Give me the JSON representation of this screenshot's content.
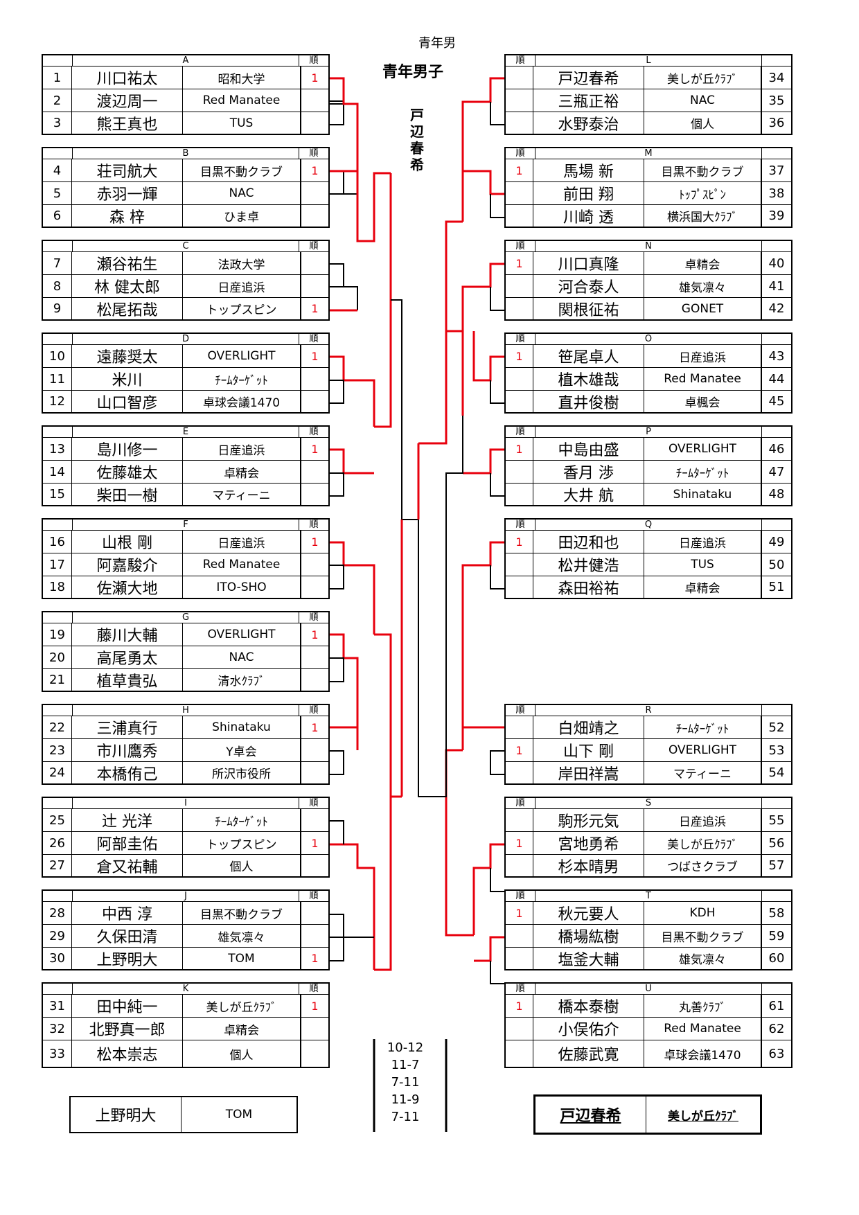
{
  "page_header": "青年男",
  "bracket_title": "青年男子",
  "champion_vertical": "戸辺春希",
  "rank_header": "順",
  "groups_left": [
    {
      "letter": "A",
      "rows": [
        {
          "num": "1",
          "name": "川口祐太",
          "club": "昭和大学",
          "rank": "1"
        },
        {
          "num": "2",
          "name": "渡辺周一",
          "club": "Red Manatee",
          "rank": ""
        },
        {
          "num": "3",
          "name": "熊王真也",
          "club": "TUS",
          "rank": ""
        }
      ]
    },
    {
      "letter": "B",
      "rows": [
        {
          "num": "4",
          "name": "荘司航大",
          "club": "目黒不動クラブ",
          "rank": "1"
        },
        {
          "num": "5",
          "name": "赤羽一輝",
          "club": "NAC",
          "rank": ""
        },
        {
          "num": "6",
          "name": "森 梓",
          "club": "ひま卓",
          "rank": ""
        }
      ]
    },
    {
      "letter": "C",
      "rows": [
        {
          "num": "7",
          "name": "瀬谷祐生",
          "club": "法政大学",
          "rank": ""
        },
        {
          "num": "8",
          "name": "林 健太郎",
          "club": "日産追浜",
          "rank": ""
        },
        {
          "num": "9",
          "name": "松尾拓哉",
          "club": "トップスピン",
          "rank": "1"
        }
      ]
    },
    {
      "letter": "D",
      "rows": [
        {
          "num": "10",
          "name": "遠藤奨太",
          "club": "OVERLIGHT",
          "rank": "1"
        },
        {
          "num": "11",
          "name": "米川",
          "club": "ﾁｰﾑﾀｰｹﾞｯﾄ",
          "rank": ""
        },
        {
          "num": "12",
          "name": "山口智彦",
          "club": "卓球会議1470",
          "rank": ""
        }
      ]
    },
    {
      "letter": "E",
      "rows": [
        {
          "num": "13",
          "name": "島川修一",
          "club": "日産追浜",
          "rank": "1"
        },
        {
          "num": "14",
          "name": "佐藤雄太",
          "club": "卓精会",
          "rank": ""
        },
        {
          "num": "15",
          "name": "柴田一樹",
          "club": "マティーニ",
          "rank": ""
        }
      ]
    },
    {
      "letter": "F",
      "rows": [
        {
          "num": "16",
          "name": "山根 剛",
          "club": "日産追浜",
          "rank": "1"
        },
        {
          "num": "17",
          "name": "阿嘉駿介",
          "club": "Red Manatee",
          "rank": ""
        },
        {
          "num": "18",
          "name": "佐瀬大地",
          "club": "ITO-SHO",
          "rank": ""
        }
      ]
    },
    {
      "letter": "G",
      "rows": [
        {
          "num": "19",
          "name": "藤川大輔",
          "club": "OVERLIGHT",
          "rank": "1"
        },
        {
          "num": "20",
          "name": "高尾勇太",
          "club": "NAC",
          "rank": ""
        },
        {
          "num": "21",
          "name": "植草貴弘",
          "club": "清水ｸﾗﾌﾞ",
          "rank": ""
        }
      ]
    },
    {
      "letter": "H",
      "rows": [
        {
          "num": "22",
          "name": "三浦真行",
          "club": "Shinataku",
          "rank": "1"
        },
        {
          "num": "23",
          "name": "市川鷹秀",
          "club": "Y卓会",
          "rank": ""
        },
        {
          "num": "24",
          "name": "本橋侑己",
          "club": "所沢市役所",
          "rank": ""
        }
      ]
    },
    {
      "letter": "I",
      "rows": [
        {
          "num": "25",
          "name": "辻 光洋",
          "club": "ﾁｰﾑﾀｰｹﾞｯﾄ",
          "rank": ""
        },
        {
          "num": "26",
          "name": "阿部圭佑",
          "club": "トップスピン",
          "rank": "1"
        },
        {
          "num": "27",
          "name": "倉又祐輔",
          "club": "個人",
          "rank": ""
        }
      ]
    },
    {
      "letter": "J",
      "rows": [
        {
          "num": "28",
          "name": "中西 淳",
          "club": "目黒不動クラブ",
          "rank": ""
        },
        {
          "num": "29",
          "name": "久保田清",
          "club": "雄気凛々",
          "rank": ""
        },
        {
          "num": "30",
          "name": "上野明大",
          "club": "TOM",
          "rank": "1"
        }
      ]
    },
    {
      "letter": "K",
      "rows": [
        {
          "num": "31",
          "name": "田中純一",
          "club": "美しが丘ｸﾗﾌﾞ",
          "rank": "1"
        },
        {
          "num": "32",
          "name": "北野真一郎",
          "club": "卓精会",
          "rank": ""
        },
        {
          "num": "33",
          "name": "松本崇志",
          "club": "個人",
          "rank": ""
        }
      ]
    }
  ],
  "groups_right": [
    {
      "letter": "L",
      "rows": [
        {
          "num": "34",
          "name": "戸辺春希",
          "club": "美しが丘ｸﾗﾌﾞ",
          "rank": ""
        },
        {
          "num": "35",
          "name": "三瓶正裕",
          "club": "NAC",
          "rank": ""
        },
        {
          "num": "36",
          "name": "水野泰治",
          "club": "個人",
          "rank": ""
        }
      ]
    },
    {
      "letter": "M",
      "rows": [
        {
          "num": "37",
          "name": "馬場 新",
          "club": "目黒不動クラブ",
          "rank": "1"
        },
        {
          "num": "38",
          "name": "前田 翔",
          "club": "ﾄｯﾌﾟｽﾋﾟﾝ",
          "rank": ""
        },
        {
          "num": "39",
          "name": "川崎 透",
          "club": "横浜国大ｸﾗﾌﾞ",
          "rank": ""
        }
      ]
    },
    {
      "letter": "N",
      "rows": [
        {
          "num": "40",
          "name": "川口真隆",
          "club": "卓精会",
          "rank": "1"
        },
        {
          "num": "41",
          "name": "河合泰人",
          "club": "雄気凛々",
          "rank": ""
        },
        {
          "num": "42",
          "name": "関根征祐",
          "club": "GONET",
          "rank": ""
        }
      ]
    },
    {
      "letter": "O",
      "rows": [
        {
          "num": "43",
          "name": "笹尾卓人",
          "club": "日産追浜",
          "rank": "1"
        },
        {
          "num": "44",
          "name": "植木雄哉",
          "club": "Red Manatee",
          "rank": ""
        },
        {
          "num": "45",
          "name": "直井俊樹",
          "club": "卓楓会",
          "rank": ""
        }
      ]
    },
    {
      "letter": "P",
      "rows": [
        {
          "num": "46",
          "name": "中島由盛",
          "club": "OVERLIGHT",
          "rank": "1"
        },
        {
          "num": "47",
          "name": "香月 渉",
          "club": "ﾁｰﾑﾀｰｹﾞｯﾄ",
          "rank": ""
        },
        {
          "num": "48",
          "name": "大井 航",
          "club": "Shinataku",
          "rank": ""
        }
      ]
    },
    {
      "letter": "Q",
      "rows": [
        {
          "num": "49",
          "name": "田辺和也",
          "club": "日産追浜",
          "rank": "1"
        },
        {
          "num": "50",
          "name": "松井健浩",
          "club": "TUS",
          "rank": ""
        },
        {
          "num": "51",
          "name": "森田裕祐",
          "club": "卓精会",
          "rank": ""
        }
      ]
    },
    {
      "letter": "R",
      "rows": [
        {
          "num": "52",
          "name": "白畑靖之",
          "club": "ﾁｰﾑﾀｰｹﾞｯﾄ",
          "rank": ""
        },
        {
          "num": "53",
          "name": "山下 剛",
          "club": "OVERLIGHT",
          "rank": "1"
        },
        {
          "num": "54",
          "name": "岸田祥嵩",
          "club": "マティーニ",
          "rank": ""
        }
      ]
    },
    {
      "letter": "S",
      "rows": [
        {
          "num": "55",
          "name": "駒形元気",
          "club": "日産追浜",
          "rank": ""
        },
        {
          "num": "56",
          "name": "宮地勇希",
          "club": "美しが丘ｸﾗﾌﾞ",
          "rank": "1"
        },
        {
          "num": "57",
          "name": "杉本晴男",
          "club": "つばさクラブ",
          "rank": ""
        }
      ]
    },
    {
      "letter": "T",
      "rows": [
        {
          "num": "58",
          "name": "秋元要人",
          "club": "KDH",
          "rank": "1"
        },
        {
          "num": "59",
          "name": "橋場紘樹",
          "club": "目黒不動クラブ",
          "rank": ""
        },
        {
          "num": "60",
          "name": "塩釜大輔",
          "club": "雄気凛々",
          "rank": ""
        }
      ]
    },
    {
      "letter": "U",
      "rows": [
        {
          "num": "61",
          "name": "橋本泰樹",
          "club": "丸善ｸﾗﾌﾞ",
          "rank": "1"
        },
        {
          "num": "62",
          "name": "小俣佑介",
          "club": "Red Manatee",
          "rank": ""
        },
        {
          "num": "63",
          "name": "佐藤武寛",
          "club": "卓球会議1470",
          "rank": ""
        }
      ]
    }
  ],
  "final_scores": [
    "10-12",
    "11-7",
    "7-11",
    "11-9",
    "7-11"
  ],
  "runner_up": {
    "name": "上野明大",
    "club": "TOM"
  },
  "champion": {
    "name": "戸辺春希",
    "club": "美しが丘ｸﾗﾌﾞ"
  },
  "colors": {
    "winner_line": "#e8000d",
    "line": "#000000"
  }
}
